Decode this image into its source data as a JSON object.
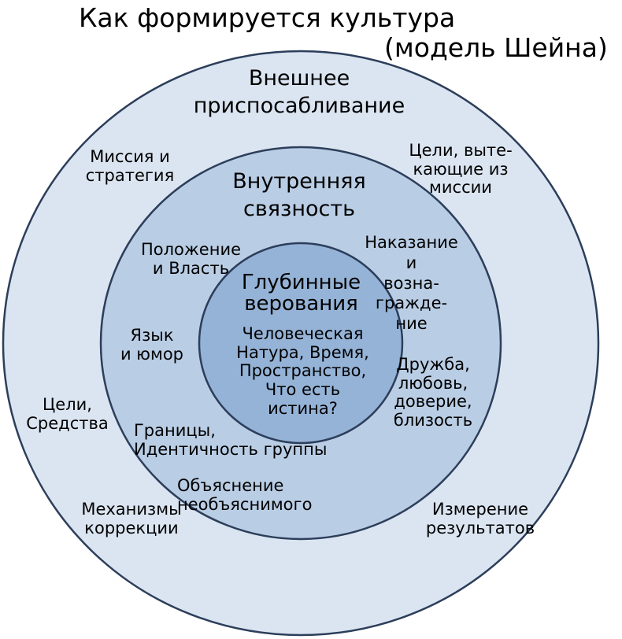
{
  "title": {
    "main": "Как формируется культура",
    "subtitle": "(модель Шейна)"
  },
  "colors": {
    "outer_ring": "#dbe5f1",
    "middle_ring": "#b9cde4",
    "inner_ring": "#95b3d7",
    "ring_border": "#2c3e5a",
    "text": "#000000"
  },
  "rings": {
    "outer": {
      "heading": "Внешнее\nприспосабливание",
      "labels": [
        "Миссия и\nстратегия",
        "Цели, выте-\nкающие из\nмиссии",
        "Цели,\nСредства",
        "Механизмы\nкоррекции",
        "Измерение\nрезультатов"
      ]
    },
    "middle": {
      "heading": "Внутренняя\nсвязность",
      "labels": [
        "Положение\nи Власть",
        "Наказание\nи\nвозна-\nгражде-\nние",
        "Язык\nи юмор",
        "Дружба,\nлюбовь,\nдоверие,\nблизость",
        "Границы,\nИдентичность группы",
        "Объяснение\nнеобъяснимого"
      ]
    },
    "inner": {
      "heading": "Глубинные\nверования",
      "body": "Человеческая\nНатура, Время,\nПространство,\nЧто есть\nистина?"
    }
  }
}
